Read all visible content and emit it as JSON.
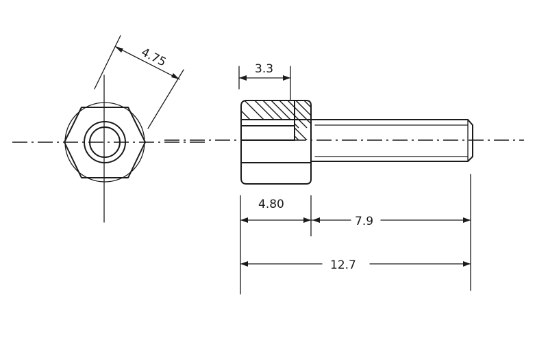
{
  "dimensions": {
    "hex_across_flats": "4.75",
    "inner_depth": "3.3",
    "head_length": "4.80",
    "shaft_length": "7.9",
    "total_length": "12.7"
  }
}
